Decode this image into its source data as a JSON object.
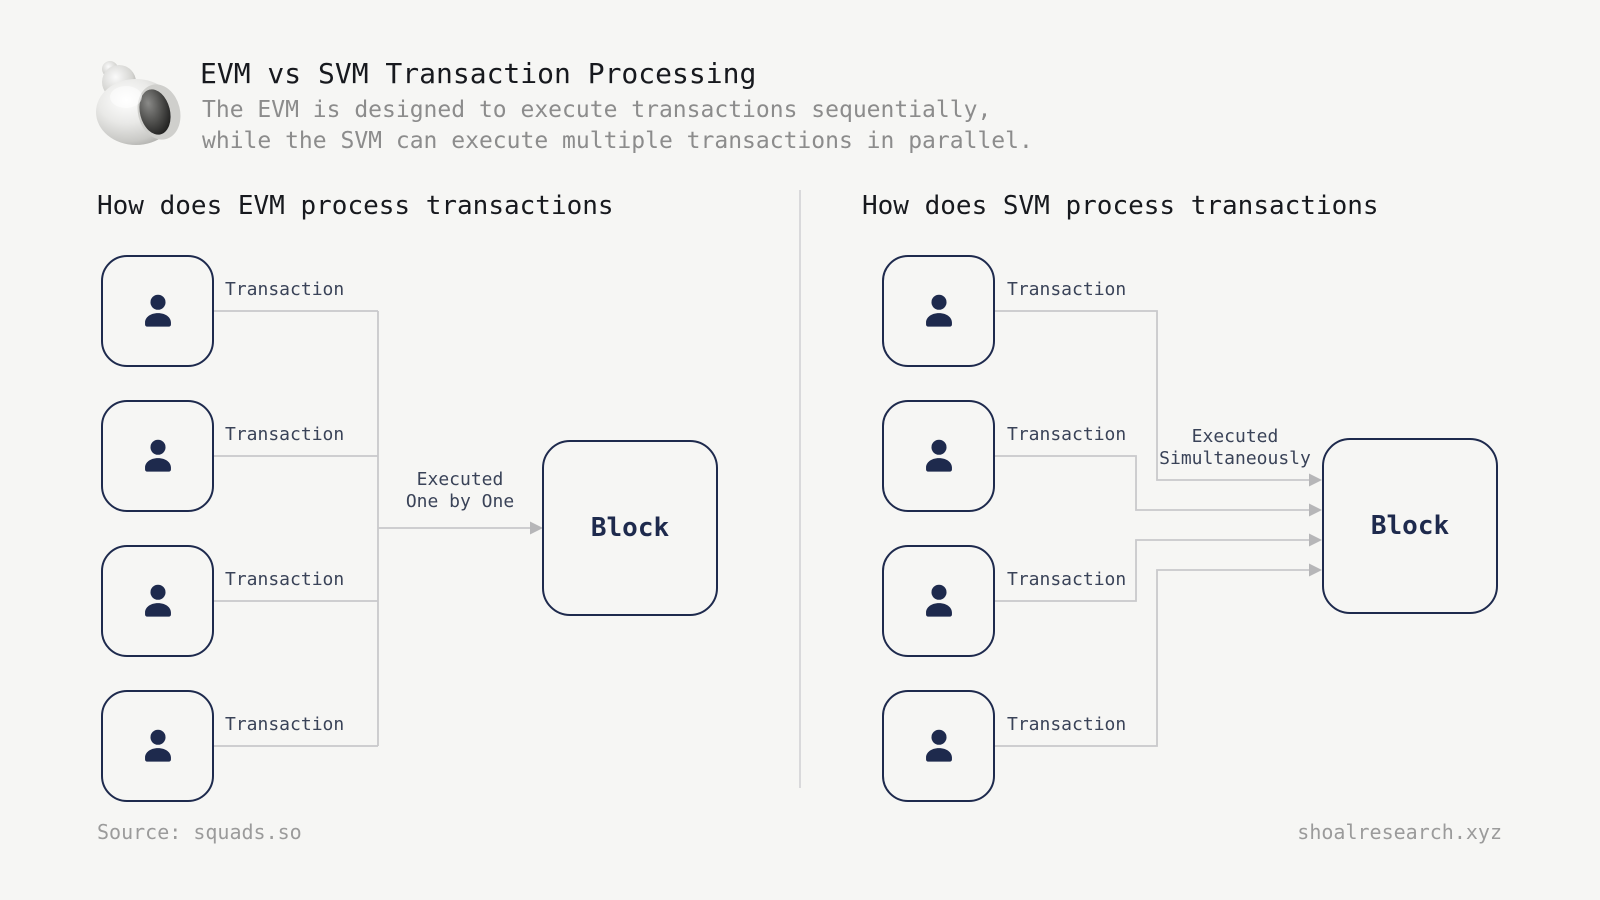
{
  "header": {
    "title": "EVM vs SVM Transaction Processing",
    "subtitle": "The EVM is designed to execute transactions sequentially,\nwhile the SVM can execute multiple transactions in parallel.",
    "logo_icon": "seashell-icon"
  },
  "evm_panel": {
    "heading": "How does EVM process transactions",
    "transactions": [
      "Transaction",
      "Transaction",
      "Transaction",
      "Transaction"
    ],
    "flow_label": "Executed\nOne by One",
    "block_label": "Block"
  },
  "svm_panel": {
    "heading": "How does SVM process transactions",
    "transactions": [
      "Transaction",
      "Transaction",
      "Transaction",
      "Transaction"
    ],
    "flow_label": "Executed\nSimultaneously",
    "block_label": "Block"
  },
  "footer": {
    "source": "Source: squads.so",
    "website": "shoalresearch.xyz"
  },
  "colors": {
    "background": "#f6f6f4",
    "navy": "#1e2a4d",
    "connector": "#c9c9cb",
    "arrowhead": "#b6b6b8",
    "heading_text": "#17191e",
    "subtitle_text": "#8c8c8c",
    "label_text": "#3a4358",
    "footer_text": "#9b9b9b"
  }
}
